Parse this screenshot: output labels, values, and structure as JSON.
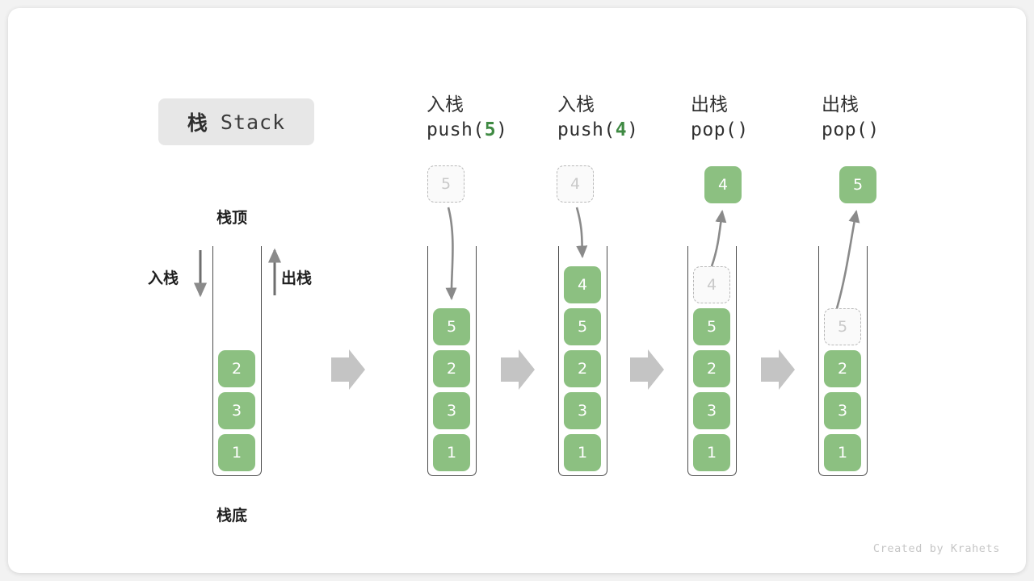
{
  "title": {
    "cjk": "栈",
    "latin": "Stack"
  },
  "labels": {
    "top": "栈顶",
    "bottom": "栈底",
    "push": "入栈",
    "pop": "出栈"
  },
  "footer": "Created by Krahets",
  "colors": {
    "element_green": "#8cc081",
    "arg_green": "#3f8a43",
    "ghost_border": "#b9b9b9",
    "ghost_text": "#c9c9c9",
    "container_stroke": "#4b4b4b",
    "step_arrow": "#c4c4c4",
    "chip_bg": "#e7e7e7",
    "card_bg": "#ffffff",
    "page_bg": "#f2f2f2"
  },
  "steps": [
    {
      "id": "initial",
      "caption_line1": "",
      "caption_line2": "",
      "op": "none",
      "stack": [
        "2",
        "3",
        "1"
      ],
      "floating": null
    },
    {
      "id": "push-5",
      "caption_line1": "入栈",
      "caption_op": "push",
      "caption_arg": "5",
      "caption_open": "(",
      "caption_close": ")",
      "op": "push",
      "stack": [
        "5",
        "2",
        "3",
        "1"
      ],
      "floating": {
        "value": "5",
        "style": "ghost"
      }
    },
    {
      "id": "push-4",
      "caption_line1": "入栈",
      "caption_op": "push",
      "caption_arg": "4",
      "caption_open": "(",
      "caption_close": ")",
      "op": "push",
      "stack": [
        "4",
        "5",
        "2",
        "3",
        "1"
      ],
      "floating": {
        "value": "4",
        "style": "ghost"
      }
    },
    {
      "id": "pop-4",
      "caption_line1": "出栈",
      "caption_op": "pop",
      "caption_arg": "",
      "caption_open": "(",
      "caption_close": ")",
      "op": "pop",
      "stack": [
        "4",
        "5",
        "2",
        "3",
        "1"
      ],
      "ghost_index": 0,
      "floating": {
        "value": "4",
        "style": "solid"
      }
    },
    {
      "id": "pop-5",
      "caption_line1": "出栈",
      "caption_op": "pop",
      "caption_arg": "",
      "caption_open": "(",
      "caption_close": ")",
      "op": "pop",
      "stack": [
        "5",
        "2",
        "3",
        "1"
      ],
      "ghost_index": 0,
      "floating": {
        "value": "5",
        "style": "solid"
      }
    }
  ]
}
